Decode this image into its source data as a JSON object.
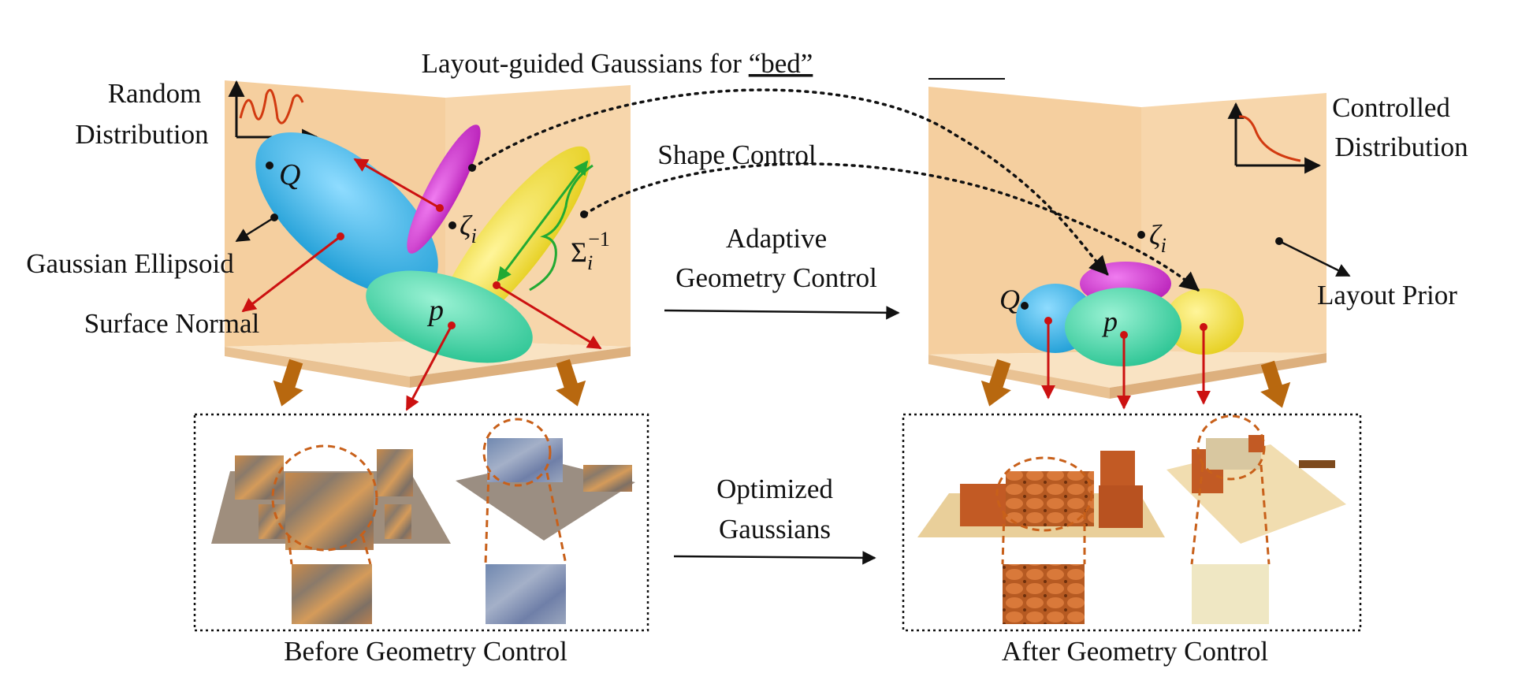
{
  "title": {
    "prefix": "Layout-guided Gaussians for ",
    "object": "“bed”"
  },
  "left_panel": {
    "distribution_label_line1": "Random",
    "distribution_label_line2": "Distribution",
    "point_q": "Q",
    "point_zeta": "ζ",
    "point_zeta_sub": "i",
    "sigma_base": "Σ",
    "sigma_sub": "i",
    "sigma_sup": "−1",
    "point_p": "p",
    "gaussian_ellipsoid": "Gaussian Ellipsoid",
    "surface_normal": "Surface Normal"
  },
  "right_panel": {
    "distribution_label_line1": "Controlled",
    "distribution_label_line2": "Distribution",
    "point_zeta": "ζ",
    "point_zeta_sub": "i",
    "point_q": "Q",
    "point_p": "p",
    "layout_prior": "Layout Prior"
  },
  "middle": {
    "shape_control": "Shape Control",
    "adaptive_line1": "Adaptive",
    "adaptive_line2": "Geometry Control",
    "optimized_line1": "Optimized",
    "optimized_line2": "Gaussians"
  },
  "captions": {
    "before": "Before Geometry Control",
    "after": "After Geometry Control"
  },
  "colors": {
    "wall": "#f5cf9f",
    "floor": "#f9e3c3",
    "blue_gaussian": "#3fb8ec",
    "magenta_gaussian": "#d63bd6",
    "yellow_gaussian": "#f6e64a",
    "teal_gaussian": "#4fe0b3",
    "normal_arrow": "#cc1111",
    "shape_bracket": "#22aa33",
    "down_arrow": "#b8680f",
    "zoom_circle": "#c8601a"
  }
}
